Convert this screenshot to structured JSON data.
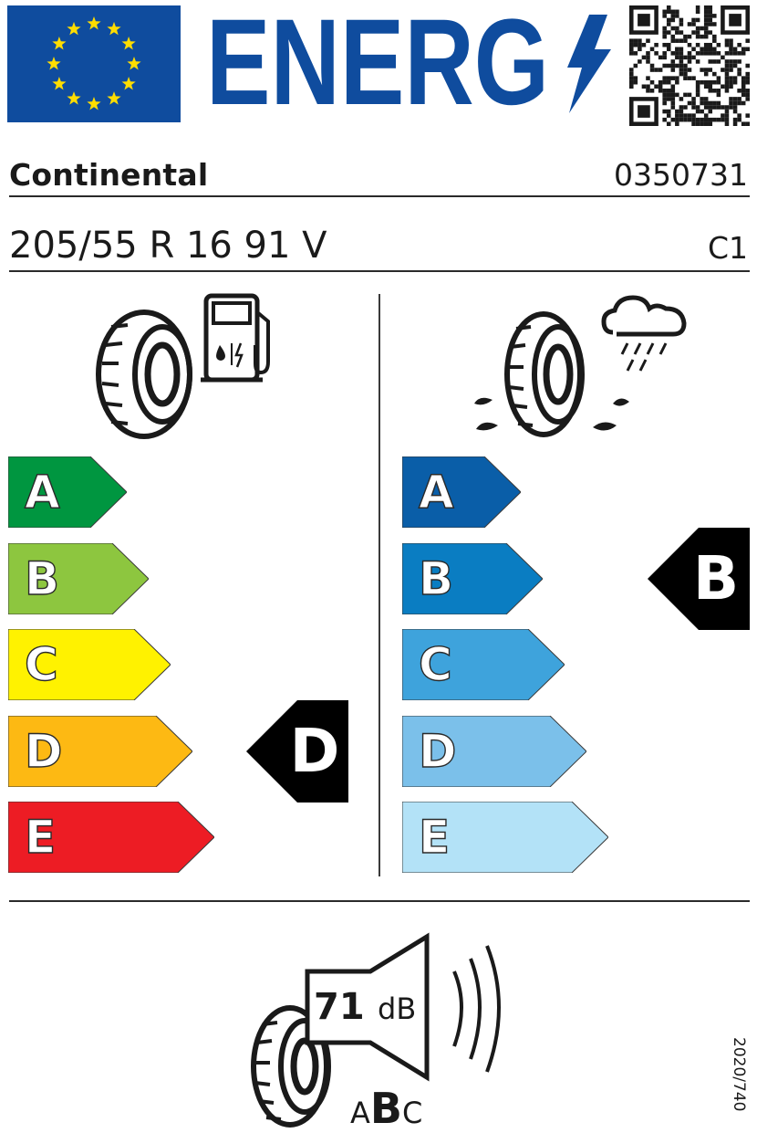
{
  "header": {
    "flag_icon": "eu-flag-icon",
    "energy_word": "ENERG",
    "bolt_icon": "lightning-bolt-icon",
    "qr_icon": "qr-code-icon",
    "colors": {
      "eu_blue": "#0f4c9e",
      "eu_star": "#ffdd00"
    }
  },
  "supplier": {
    "brand": "Continental",
    "model_id": "0350731"
  },
  "tyre": {
    "size": "205/55 R 16 91 V",
    "class": "C1"
  },
  "fuel_efficiency": {
    "icon": "tyre-fuel-pump-icon",
    "classes": [
      {
        "label": "A",
        "color": "#009640"
      },
      {
        "label": "B",
        "color": "#8dc63f"
      },
      {
        "label": "C",
        "color": "#fff200"
      },
      {
        "label": "D",
        "color": "#fdb913"
      },
      {
        "label": "E",
        "color": "#ed1c24"
      }
    ],
    "rating": "D"
  },
  "wet_grip": {
    "icon": "tyre-rain-cloud-icon",
    "classes": [
      {
        "label": "A",
        "color": "#0a5ea8"
      },
      {
        "label": "B",
        "color": "#0a7dc2"
      },
      {
        "label": "C",
        "color": "#3ea3dc"
      },
      {
        "label": "D",
        "color": "#7bc0ea"
      },
      {
        "label": "E",
        "color": "#b3e2f7"
      }
    ],
    "rating": "B"
  },
  "noise": {
    "icon": "tyre-speaker-icon",
    "value": "71",
    "unit": "dB",
    "classes": {
      "left": "A",
      "selected": "B",
      "right": "C"
    }
  },
  "regulation": "2020/740"
}
